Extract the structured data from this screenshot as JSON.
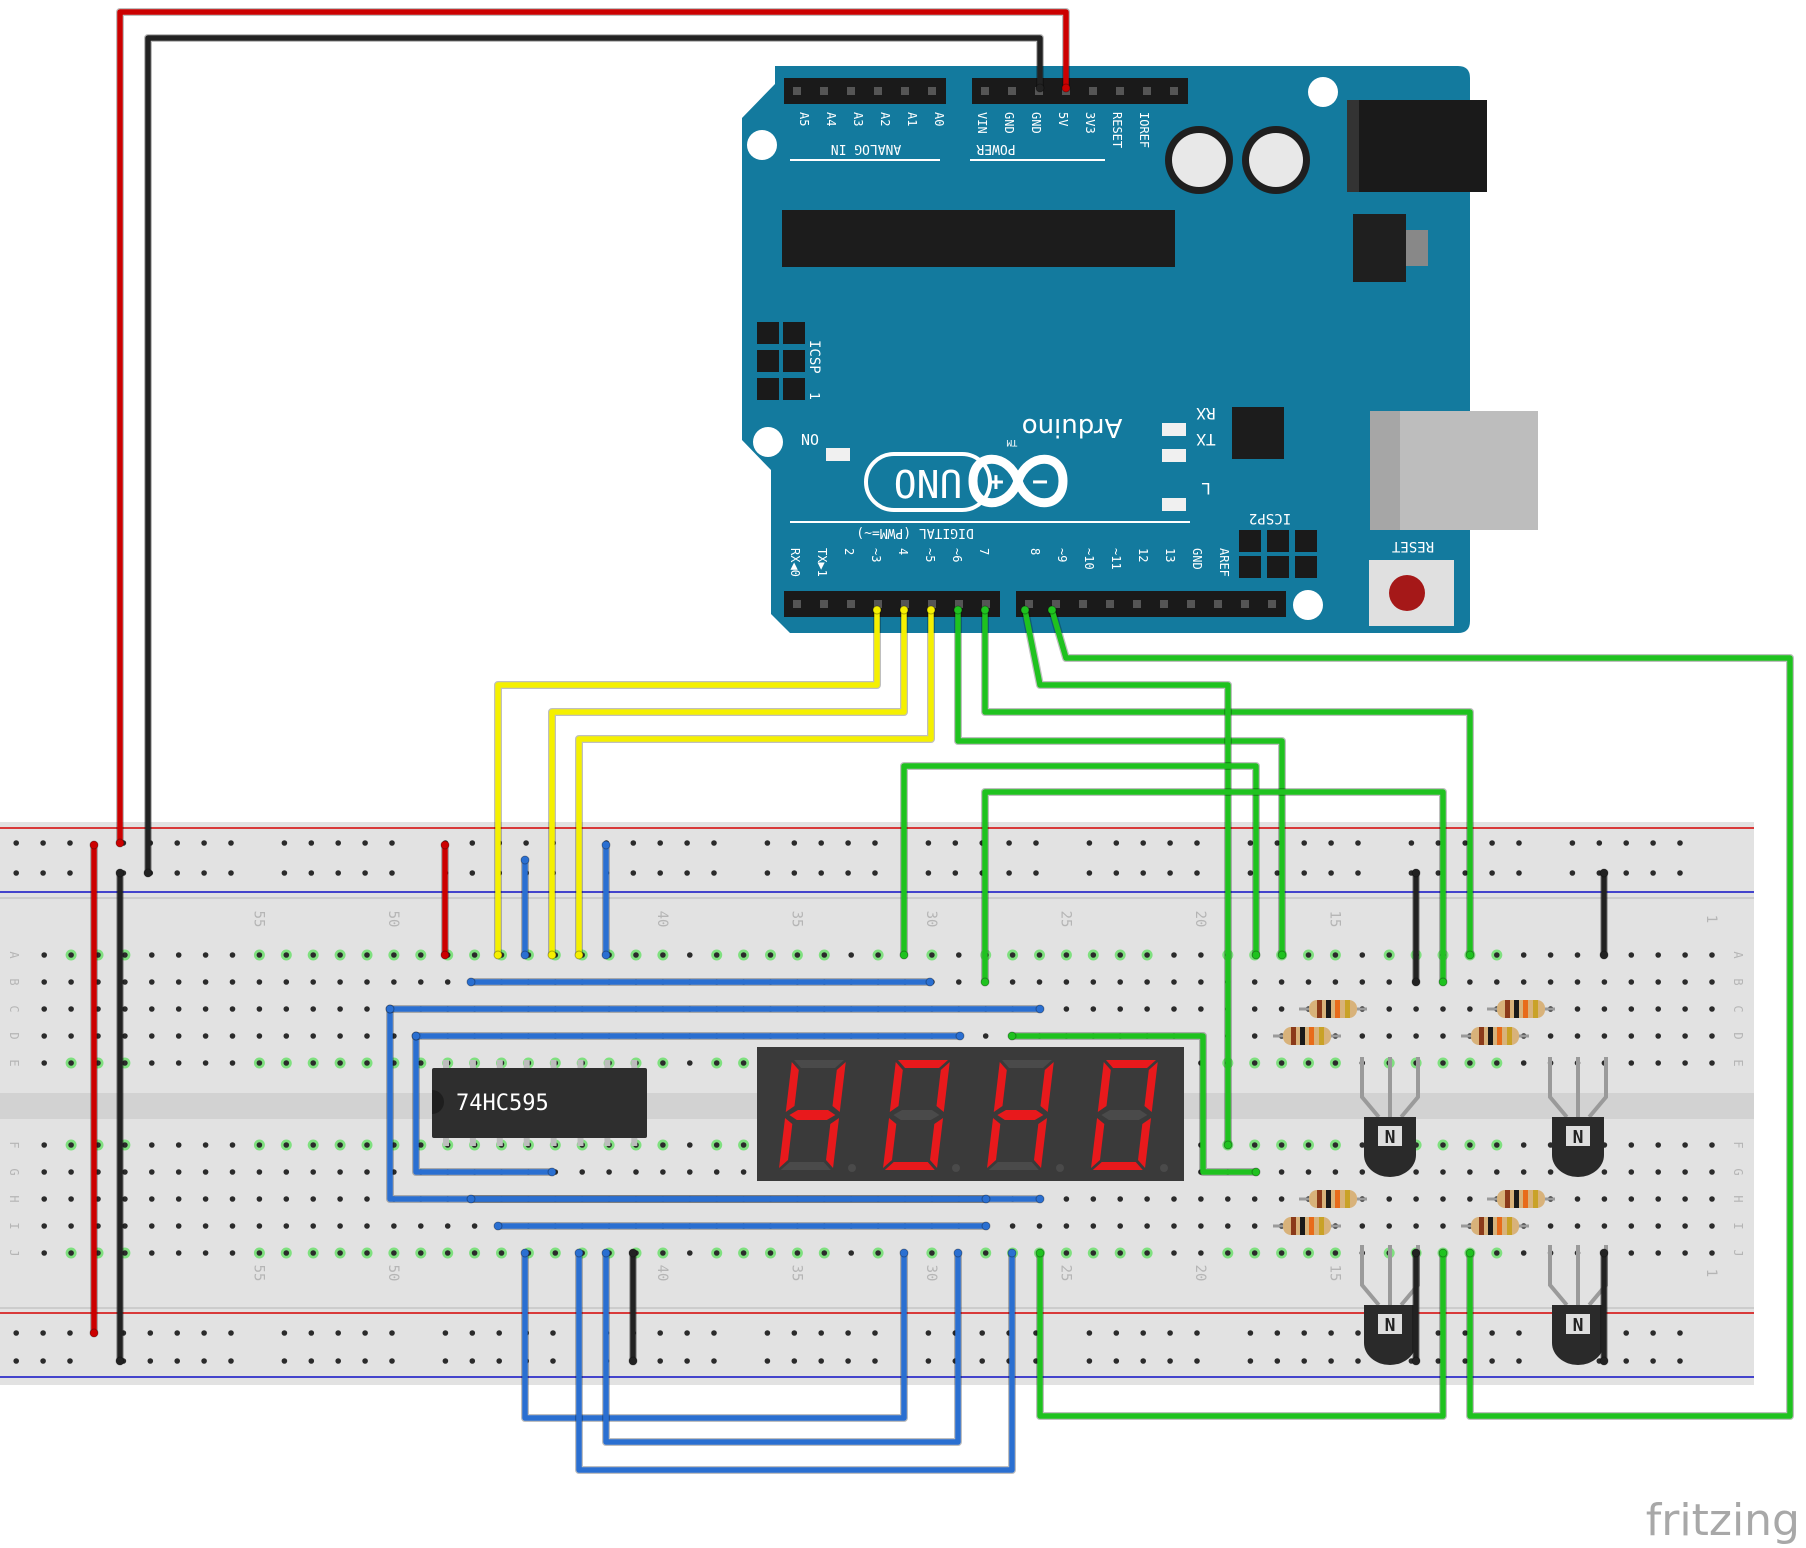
{
  "board": {
    "brand": "Arduino",
    "tm": "TM",
    "model": "UNO",
    "digital_label": "DIGITAL (PWM=~)",
    "analog_label": "ANALOG IN",
    "power_label": "POWER",
    "icsp_label": "ICSP",
    "icsp2_label": "ICSP2",
    "icsp_pin": "1",
    "reset_label": "RESET",
    "on_label": "ON",
    "led_labels": [
      "TX",
      "RX",
      "L"
    ],
    "power_pins": [
      "IOREF",
      "RESET",
      "3V3",
      "5V",
      "GND",
      "GND",
      "VIN"
    ],
    "analog_pins": [
      "A0",
      "A1",
      "A2",
      "A3",
      "A4",
      "A5"
    ],
    "digital_low": [
      "7",
      "~6",
      "~5",
      "4",
      "~3",
      "2",
      "TX▶1",
      "RX◀0"
    ],
    "digital_high": [
      "AREF",
      "GND",
      "13",
      "12",
      "~11",
      "~10",
      "~9",
      "8"
    ]
  },
  "breadboard": {
    "column_numbers": [
      "1",
      "15",
      "20",
      "25",
      "30",
      "35",
      "40",
      "50",
      "55"
    ],
    "row_letters_top": [
      "A",
      "B",
      "C",
      "D",
      "E"
    ],
    "row_letters_bottom": [
      "F",
      "G",
      "H",
      "I",
      "J"
    ]
  },
  "ic_label": "74HC595",
  "display_digits": [
    "H",
    "O",
    "H",
    "O"
  ],
  "transistor_label": "N",
  "watermark": "fritzing",
  "colors": {
    "red_wire": "#cc0000",
    "black_wire": "#222222",
    "yellow_wire": "#f5f000",
    "green_wire": "#1fc21f",
    "blue_wire": "#2a6fd1",
    "board": "#137a9e",
    "segment_on": "#e8191c"
  }
}
